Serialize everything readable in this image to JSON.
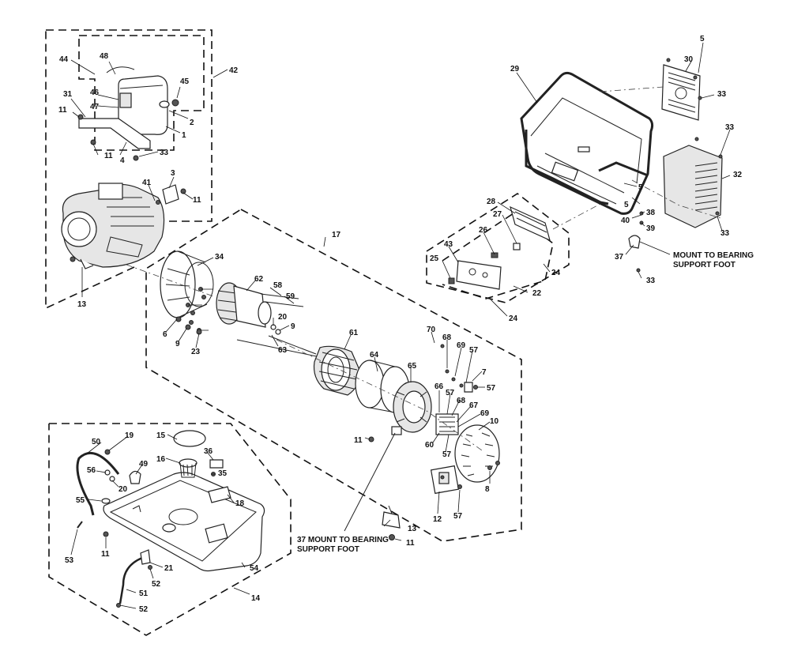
{
  "diagram": {
    "callouts": {
      "c1": "1",
      "c2": "2",
      "c3": "3",
      "c4": "4",
      "c5a": "5",
      "c5b": "5",
      "c5c": "5",
      "c6": "6",
      "c7": "7",
      "c8": "8",
      "c9a": "9",
      "c9b": "9",
      "c10": "10",
      "c11a": "11",
      "c11b": "11",
      "c11c": "11",
      "c11d": "11",
      "c11e": "11",
      "c11f": "11",
      "c12": "12",
      "c13a": "13",
      "c13b": "13",
      "c14": "14",
      "c15": "15",
      "c16": "16",
      "c17": "17",
      "c18": "18",
      "c19": "19",
      "c20a": "20",
      "c20b": "20",
      "c21": "21",
      "c22": "22",
      "c23": "23",
      "c24a": "24",
      "c24b": "24",
      "c25": "25",
      "c26": "26",
      "c27": "27",
      "c28": "28",
      "c29": "29",
      "c30": "30",
      "c31": "31",
      "c32": "32",
      "c33a": "33",
      "c33b": "33",
      "c33c": "33",
      "c33d": "33",
      "c33e": "33",
      "c34": "34",
      "c35": "35",
      "c36": "36",
      "c37": "37",
      "c38": "38",
      "c39": "39",
      "c40": "40",
      "c41": "41",
      "c42": "42",
      "c43": "43",
      "c44": "44",
      "c45": "45",
      "c46": "46",
      "c47": "47",
      "c48": "48",
      "c49": "49",
      "c50": "50",
      "c51": "51",
      "c52a": "52",
      "c52b": "52",
      "c53": "53",
      "c54": "54",
      "c55": "55",
      "c56": "56",
      "c57a": "57",
      "c57b": "57",
      "c57c": "57",
      "c57d": "57",
      "c57e": "57",
      "c58": "58",
      "c59": "59",
      "c60": "60",
      "c61": "61",
      "c62": "62",
      "c63": "63",
      "c64": "64",
      "c65": "65",
      "c66": "66",
      "c67": "67",
      "c68a": "68",
      "c68b": "68",
      "c69a": "69",
      "c69b": "69",
      "c70": "70"
    },
    "notes": {
      "mount_right_l1": "MOUNT TO BEARING",
      "mount_right_l2": "SUPPORT FOOT",
      "mount_center_l1": "37 MOUNT TO BEARING",
      "mount_center_l2": "SUPPORT FOOT"
    }
  }
}
